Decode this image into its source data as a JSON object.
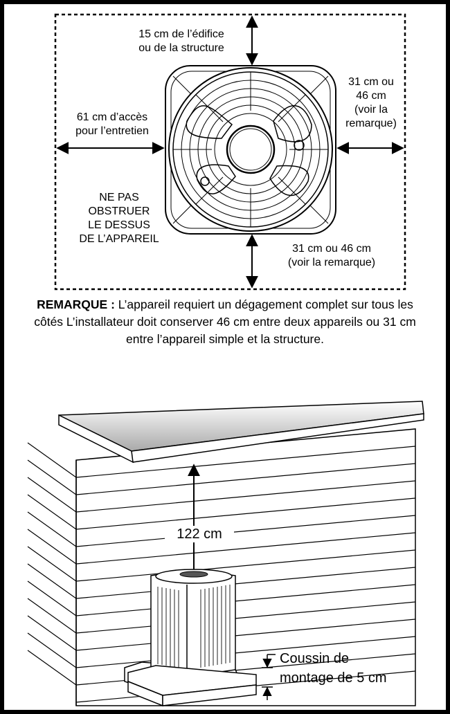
{
  "clearances": {
    "top_label": [
      "15 cm de l’édifice",
      "ou de la structure"
    ],
    "left_label": [
      "61 cm d’accès",
      "pour l’entretien"
    ],
    "right_label": [
      "31 cm ou",
      "46 cm",
      "(voir la",
      "remarque)"
    ],
    "bottom_label": [
      "31 cm ou 46 cm",
      "(voir la remarque)"
    ],
    "no_obstruct": [
      "NE PAS",
      "OBSTRUER",
      "LE DESSUS",
      "DE L’APPAREIL"
    ]
  },
  "note": {
    "prefix": "REMARQUE :",
    "text": "L’appareil requiert un dégagement complet sur tous les côtés L’installateur doit conserver 46 cm entre deux appareils ou 31 cm entre l’appareil simple et la structure."
  },
  "elevation": {
    "roof_clearance": "122 cm",
    "pad_label": [
      "Coussin de",
      "montage de 5 cm"
    ]
  }
}
